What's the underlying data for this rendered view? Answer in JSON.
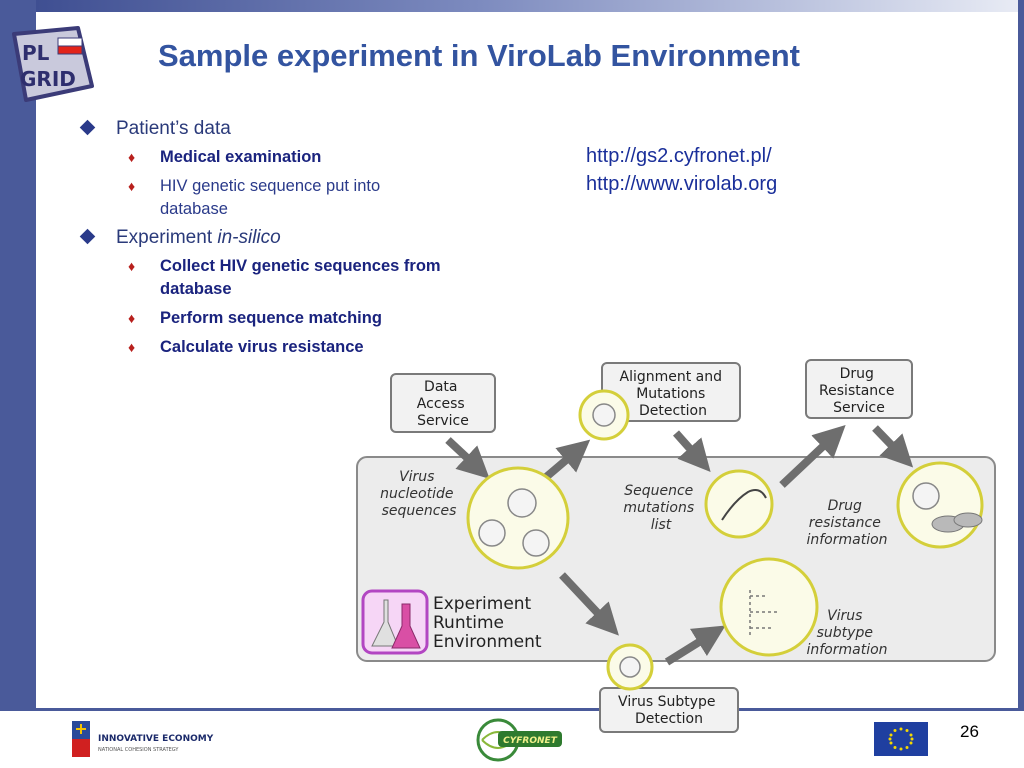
{
  "title": "Sample experiment in ViroLab Environment",
  "logo_text": {
    "line1": "PL",
    "line2": "GRID"
  },
  "bullets": [
    {
      "text": "Patient’s data",
      "sub": [
        {
          "text": "Medical  examination"
        },
        {
          "text": "HIV  genetic sequence put into database"
        }
      ]
    },
    {
      "text": "Experiment ",
      "italic": "in-silico",
      "sub": [
        {
          "text": "Collect HIV genetic sequences from database"
        },
        {
          "text": "Perform sequence matching"
        },
        {
          "text": "Calculate virus resistance"
        }
      ]
    }
  ],
  "links": [
    "http://gs2.cyfronet.pl/",
    "http://www.virolab.org"
  ],
  "diagram": {
    "services": {
      "data_access": [
        "Data",
        "Access",
        "Service"
      ],
      "alignment": [
        "Alignment and",
        "Mutations",
        "Detection"
      ],
      "drug_resistance": [
        "Drug",
        "Resistance",
        "Service"
      ],
      "subtype": [
        "Virus Subtype",
        "Detection"
      ]
    },
    "labels": {
      "nucleotide": [
        "Virus",
        "nucleotide",
        "sequences"
      ],
      "mutations": [
        "Sequence",
        "mutations",
        "list"
      ],
      "drug_info": [
        "Drug",
        "resistance",
        "information"
      ],
      "subtype_info": [
        "Virus",
        "subtype",
        "information"
      ],
      "runtime": [
        "Experiment",
        "Runtime",
        "Environment"
      ]
    }
  },
  "footer": {
    "innovative_economy": "INNOVATIVE ECONOMY",
    "ie_sub": "NATIONAL COHESION STRATEGY",
    "cyfronet": "CYFRONET",
    "page": "26"
  },
  "colors": {
    "title": "#3354a0",
    "bar": "#4a5a9a",
    "circle": "#d4cf3a",
    "arrow": "#6e6e6e"
  }
}
